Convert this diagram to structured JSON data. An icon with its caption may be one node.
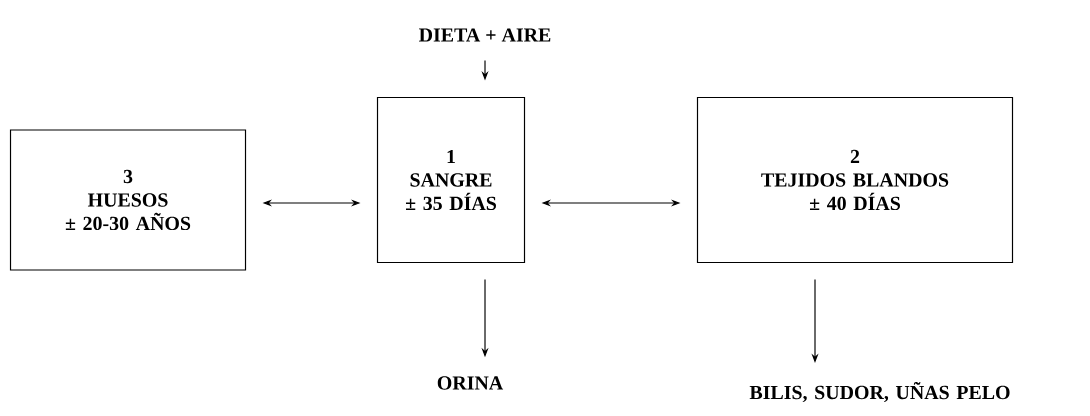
{
  "diagram": {
    "nodes": [
      {
        "text": [
          "DIETA + AIRE"
        ]
      },
      {
        "text": [
          "3",
          "HUESOS",
          "± 20-30 AÑOS"
        ]
      },
      {
        "text": [
          "1",
          "SANGRE",
          "± 35 DÍAS"
        ]
      },
      {
        "text": [
          "2",
          "TEJIDOS BLANDOS",
          "± 40 DÍAS"
        ]
      },
      {
        "text": [
          "ORINA"
        ]
      },
      {
        "text": [
          "BILIS, SUDOR, UÑAS PELO"
        ]
      }
    ],
    "edges": [
      {
        "from": 0,
        "to": 2,
        "arrow": "to"
      },
      {
        "from": 1,
        "to": 2,
        "arrow": "both"
      },
      {
        "from": 2,
        "to": 3,
        "arrow": "both"
      },
      {
        "from": 2,
        "to": 4,
        "arrow": "to"
      },
      {
        "from": 3,
        "to": 5,
        "arrow": "to"
      }
    ]
  }
}
